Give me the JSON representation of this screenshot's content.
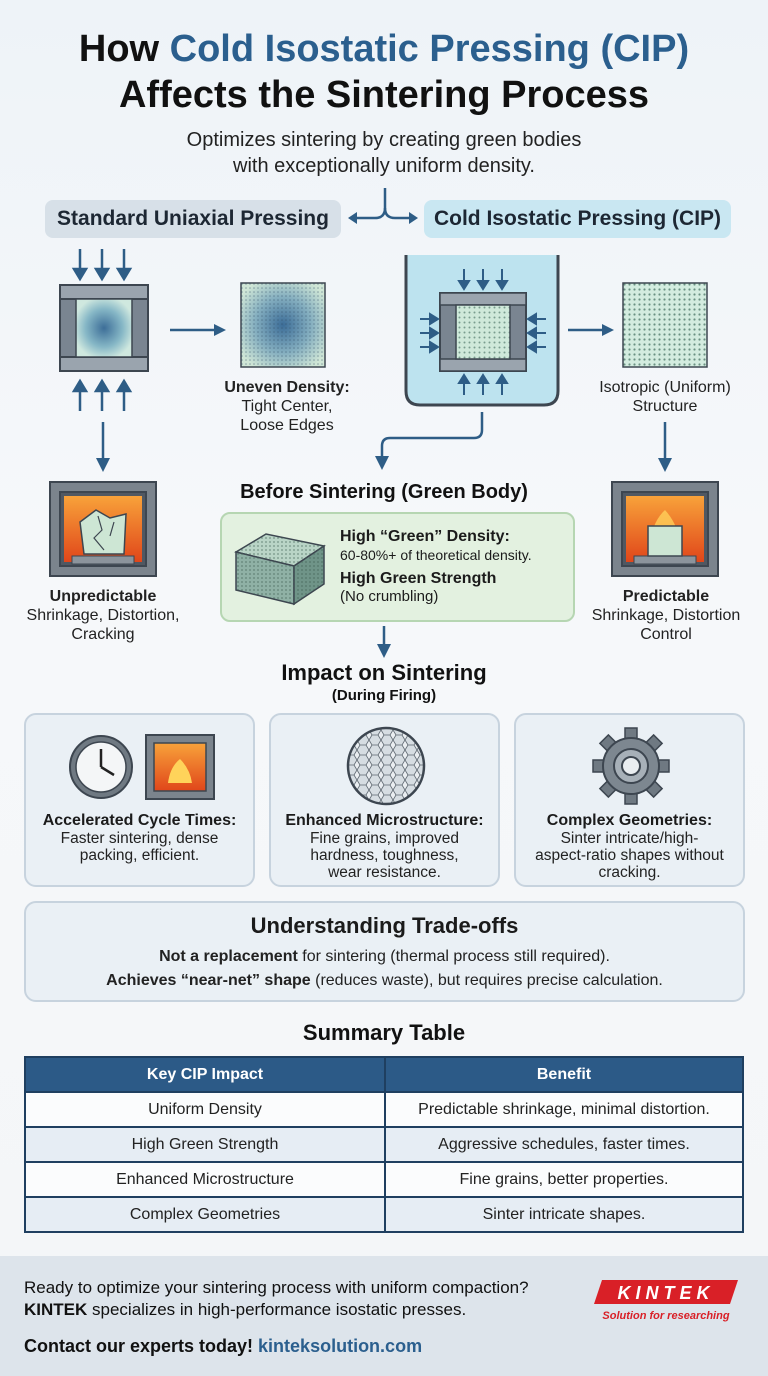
{
  "header": {
    "title_prefix": "How ",
    "title_highlight": "Cold Isostatic Pressing (CIP)",
    "title_line2": "Affects the Sintering Process",
    "subtitle_line1": "Optimizes sintering by creating green bodies",
    "subtitle_line2": "with exceptionally uniform density."
  },
  "comparison": {
    "left_label": "Standard Uniaxial Pressing",
    "right_label": "Cold Isostatic Pressing (CIP)",
    "uniaxial_result_title": "Uneven Density:",
    "uniaxial_result_line1": "Tight Center,",
    "uniaxial_result_line2": "Loose Edges",
    "cip_result_line1": "Isotropic (Uniform)",
    "cip_result_line2": "Structure",
    "uniaxial_outcome_title": "Unpredictable",
    "uniaxial_outcome_line1": "Shrinkage, Distortion,",
    "uniaxial_outcome_line2": "Cracking",
    "cip_outcome_title": "Predictable",
    "cip_outcome_line1": "Shrinkage, Distortion",
    "cip_outcome_line2": "Control"
  },
  "green_body": {
    "heading": "Before Sintering (Green Body)",
    "density_title": "High “Green” Density:",
    "density_text": "60-80%+ of theoretical density.",
    "strength_title": "High Green Strength",
    "strength_text": "(No crumbling)"
  },
  "impact": {
    "heading": "Impact on Sintering",
    "subheading": "(During Firing)",
    "cards": [
      {
        "title": "Accelerated Cycle Times:",
        "line1": "Faster sintering, dense",
        "line2": "packing, efficient.",
        "line3": ""
      },
      {
        "title": "Enhanced Microstructure:",
        "line1": "Fine grains, improved",
        "line2": "hardness, toughness,",
        "line3": "wear resistance."
      },
      {
        "title": "Complex Geometries:",
        "line1": "Sinter intricate/high-",
        "line2": "aspect-ratio shapes without",
        "line3": "cracking."
      }
    ]
  },
  "tradeoffs": {
    "heading": "Understanding Trade-offs",
    "line1_bold": "Not a replacement",
    "line1_rest": " for sintering (thermal process still required).",
    "line2_bold": "Achieves “near-net” shape",
    "line2_rest": " (reduces waste), but requires precise calculation."
  },
  "summary": {
    "heading": "Summary Table",
    "columns": [
      "Key CIP Impact",
      "Benefit"
    ],
    "rows": [
      [
        "Uniform Density",
        "Predictable shrinkage, minimal distortion."
      ],
      [
        "High Green Strength",
        "Aggressive schedules, faster times."
      ],
      [
        "Enhanced Microstructure",
        "Fine grains, better properties."
      ],
      [
        "Complex Geometries",
        "Sinter intricate shapes."
      ]
    ]
  },
  "footer": {
    "cta_line1": "Ready to optimize your sintering process with uniform compaction?",
    "cta_brand": "KINTEK",
    "cta_line2_rest": " specializes in high-performance isostatic presses.",
    "contact_prefix": "Contact our experts today! ",
    "contact_link": "kinteksolution.com",
    "logo_text": "KINTEK",
    "logo_tagline": "Solution for researching"
  },
  "colors": {
    "accent_blue": "#2b5f8e",
    "arrow_blue": "#2e5d86",
    "green_box": "#e3f1e0",
    "brand_red": "#d92027"
  }
}
